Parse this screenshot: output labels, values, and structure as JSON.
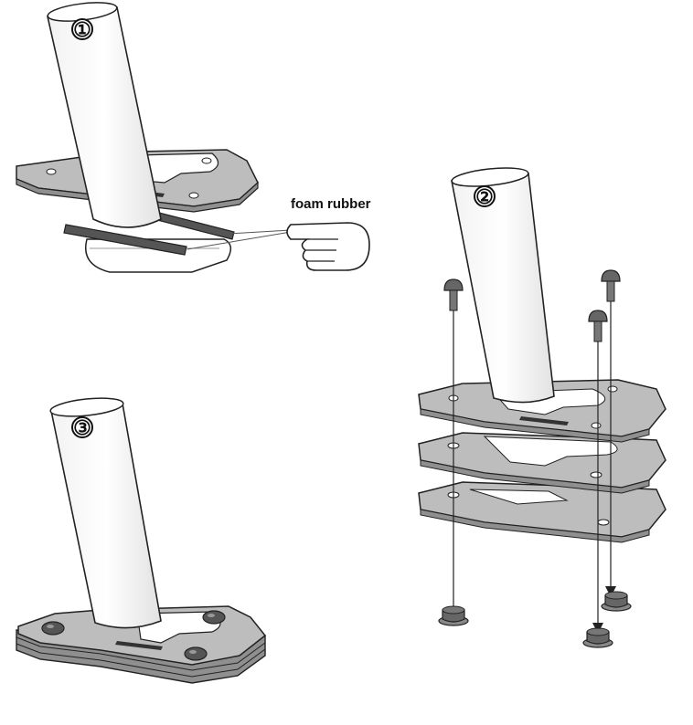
{
  "steps": [
    {
      "number": "①"
    },
    {
      "number": "②"
    },
    {
      "number": "③"
    }
  ],
  "callout": {
    "label": "foam rubber",
    "icon": "pointing-hand-icon"
  },
  "plate_brand": "",
  "colors": {
    "plate": "#bdbdbd",
    "plate_edge": "#8f8f8f",
    "outline": "#222222",
    "tube": "#ffffff",
    "hardware": "#6a6a6a",
    "foam": "#555555"
  }
}
